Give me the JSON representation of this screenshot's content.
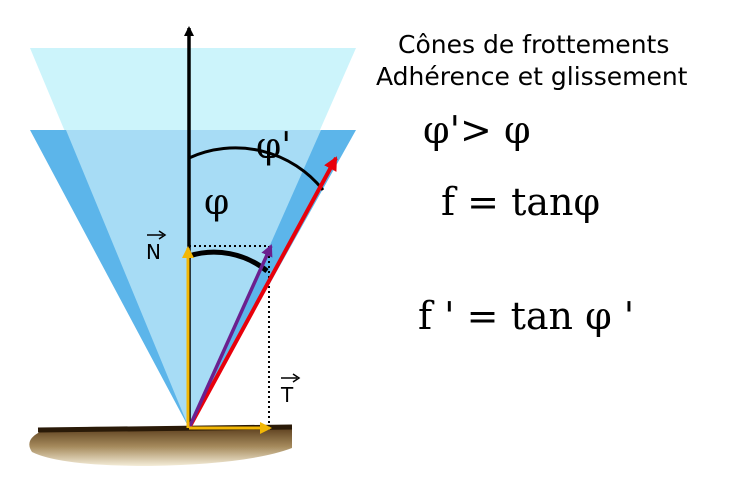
{
  "title": {
    "line1": "Cônes de frottements",
    "line2": "Adhérence et glissement"
  },
  "equations": {
    "inequality": "φ'> φ",
    "adherence": "f = tanφ",
    "glissement": "f ' = tan φ '"
  },
  "diagram_labels": {
    "phi": "φ",
    "phi_prime": "φ'",
    "normal_vector": "N",
    "tangential_vector": "T"
  },
  "colors": {
    "cone_outer": "#ccf4fb",
    "cone_band": "#5cb5ea",
    "cone_inner": "#a7dcf5",
    "friction_vector": "#e8000b",
    "resultant_vector": "#6b1f8f",
    "force_vectors": "#f2b705",
    "axis": "#000000",
    "ground_top": "#3a2410",
    "ground_body": "#8a6a3c"
  }
}
